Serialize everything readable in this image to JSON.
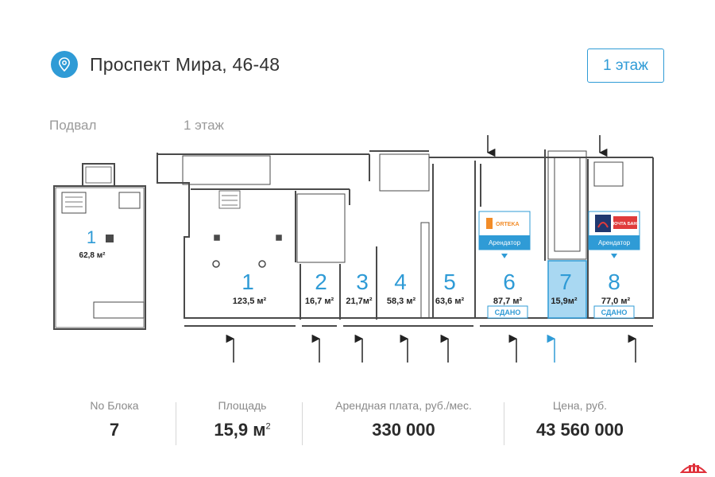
{
  "header": {
    "address": "Проспект Мира, 46-48",
    "floor_button": "1 этаж",
    "pin_icon": "map-pin-icon"
  },
  "plan": {
    "basement_label": "Подвал",
    "floor_label": "1 этаж",
    "selected_block": "7",
    "basement_units": [
      {
        "num": "1",
        "area": "62,8 м²"
      }
    ],
    "units": [
      {
        "num": "1",
        "area": "123,5 м²"
      },
      {
        "num": "2",
        "area": "16,7 м²"
      },
      {
        "num": "3",
        "area": "21,7м²"
      },
      {
        "num": "4",
        "area": "58,3 м²"
      },
      {
        "num": "5",
        "area": "63,6 м²"
      },
      {
        "num": "6",
        "area": "87,7 м²",
        "badge": "СДАНО",
        "tenant": "Арендатор",
        "tenant_logo": "ORTEKA"
      },
      {
        "num": "7",
        "area": "15,9м²"
      },
      {
        "num": "8",
        "area": "77,0 м²",
        "badge": "СДАНО",
        "tenant": "Арендатор",
        "tenant_logo": "ПОЧТА БАНК"
      }
    ],
    "colors": {
      "accent": "#2f9bd6",
      "selected_fill": "#a9d8f2",
      "wall": "#4a4a4a"
    }
  },
  "stats": {
    "block": {
      "caption": "No Блока",
      "value": "7"
    },
    "area": {
      "caption": "Площадь",
      "value": "15,9 м",
      "sup": "2"
    },
    "rent": {
      "caption": "Арендная плата, руб./мес.",
      "value": "330 000"
    },
    "price": {
      "caption": "Цена, руб.",
      "value": "43 560 000"
    }
  }
}
